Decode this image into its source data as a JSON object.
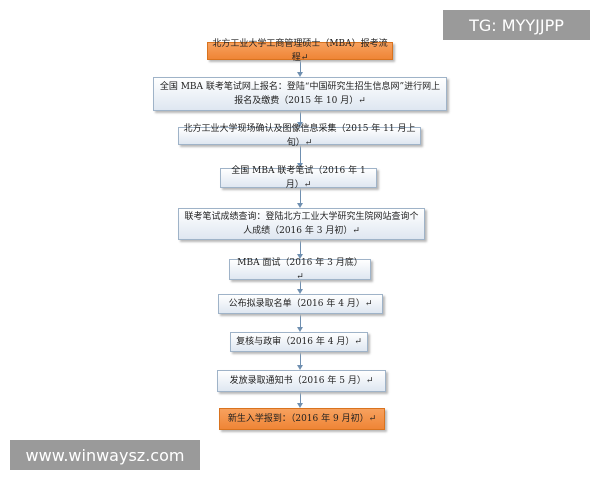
{
  "watermarks": {
    "top_right": "TG: MYYJJPP",
    "bottom_left": "www.winwaysz.com"
  },
  "colors": {
    "highlight": "#ef8536",
    "box": "#dfe7f1",
    "connector": "#6f8fb0"
  },
  "flow": {
    "title": "北方工业大学工商管理硕士（MBA）报考流程↵",
    "steps": [
      "全国 MBA 联考笔试网上报名：登陆“中国研究生招生信息网”进行网上报名及缴费（2015 年 10 月）↵",
      "北方工业大学现场确认及图像信息采集（2015 年 11 月上旬）↵",
      "全国 MBA 联考笔试（2016 年 1 月）↵",
      "联考笔试成绩查询：登陆北方工业大学研究生院网站查询个人成绩（2016 年 3 月初）↵",
      "MBA 面试（2016 年 3 月底）↵",
      "公布拟录取名单（2016 年 4 月）↵",
      "复核与政审（2016 年 4 月）↵",
      "发放录取通知书（2016 年 5 月）↵"
    ],
    "final": "新生入学报到：（2016 年 9 月初）↵"
  }
}
